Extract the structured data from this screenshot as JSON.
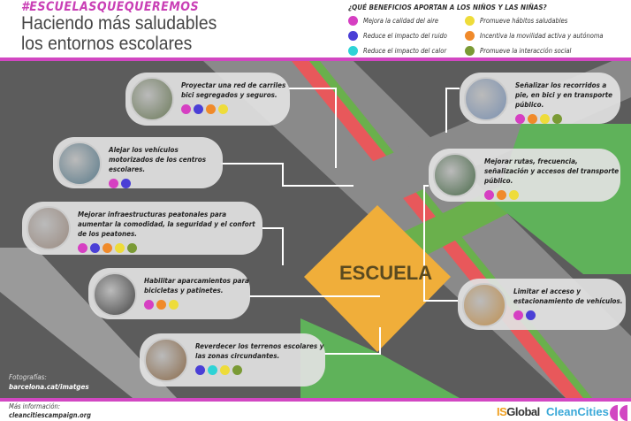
{
  "header": {
    "hashtag": "#ESCUELASQUEQUEREMOS",
    "title_line1": "Haciendo más saludables",
    "title_line2": "los entornos escolares"
  },
  "legend": {
    "question": "¿QUÉ BENEFICIOS APORTAN A LOS NIÑOS Y LAS NIÑAS?",
    "items": [
      {
        "key": "aire",
        "label": "Mejora la calidad del aire",
        "color": "#d63fc2"
      },
      {
        "key": "habitos",
        "label": "Promueve hábitos saludables",
        "color": "#eedc3a"
      },
      {
        "key": "ruido",
        "label": "Reduce el impacto del ruido",
        "color": "#4a3fd6"
      },
      {
        "key": "movilidad",
        "label": "Incentiva la movilidad activa y autónoma",
        "color": "#f08a2a"
      },
      {
        "key": "calor",
        "label": "Reduce el impacto del calor",
        "color": "#2ed3d6"
      },
      {
        "key": "social",
        "label": "Promueve la interacción social",
        "color": "#7a9a35"
      }
    ]
  },
  "cards": [
    {
      "text": "Proyectar una red de carriles bici segregados y seguros.",
      "dots": [
        "#d63fc2",
        "#4a3fd6",
        "#f08a2a",
        "#eedc3a"
      ]
    },
    {
      "text": "Alejar los vehículos motorizados de los centros escolares.",
      "dots": [
        "#d63fc2",
        "#4a3fd6"
      ]
    },
    {
      "text": "Mejorar infraestructuras peatonales para aumentar la comodidad, la seguridad y el confort de los peatones.",
      "dots": [
        "#d63fc2",
        "#4a3fd6",
        "#f08a2a",
        "#eedc3a",
        "#7a9a35"
      ]
    },
    {
      "text": "Habilitar aparcamientos para bicicletas y patinetes.",
      "dots": [
        "#d63fc2",
        "#f08a2a",
        "#eedc3a"
      ]
    },
    {
      "text": "Reverdecer los terrenos escolares y las zonas circundantes.",
      "dots": [
        "#4a3fd6",
        "#2ed3d6",
        "#eedc3a",
        "#7a9a35"
      ]
    },
    {
      "text": "Señalizar los recorridos a pie, en bici y en transporte público.",
      "dots": [
        "#d63fc2",
        "#f08a2a",
        "#eedc3a",
        "#7a9a35"
      ]
    },
    {
      "text": "Mejorar rutas, frecuencia, señalización y accesos del transporte público.",
      "dots": [
        "#d63fc2",
        "#f08a2a",
        "#eedc3a"
      ]
    },
    {
      "text": "Limitar el acceso y estacionamiento de vehículos.",
      "dots": [
        "#d63fc2",
        "#4a3fd6"
      ]
    }
  ],
  "map": {
    "school_label": "ESCUELA"
  },
  "credits": {
    "label": "Fotografías:",
    "source": "barcelona.cat/imatges"
  },
  "footer": {
    "more_label": "Más información:",
    "more_url": "cleancitiescampaign.org",
    "isglobal_is": "IS",
    "isglobal_rest": "Global",
    "cleancities": "CleanCities"
  }
}
